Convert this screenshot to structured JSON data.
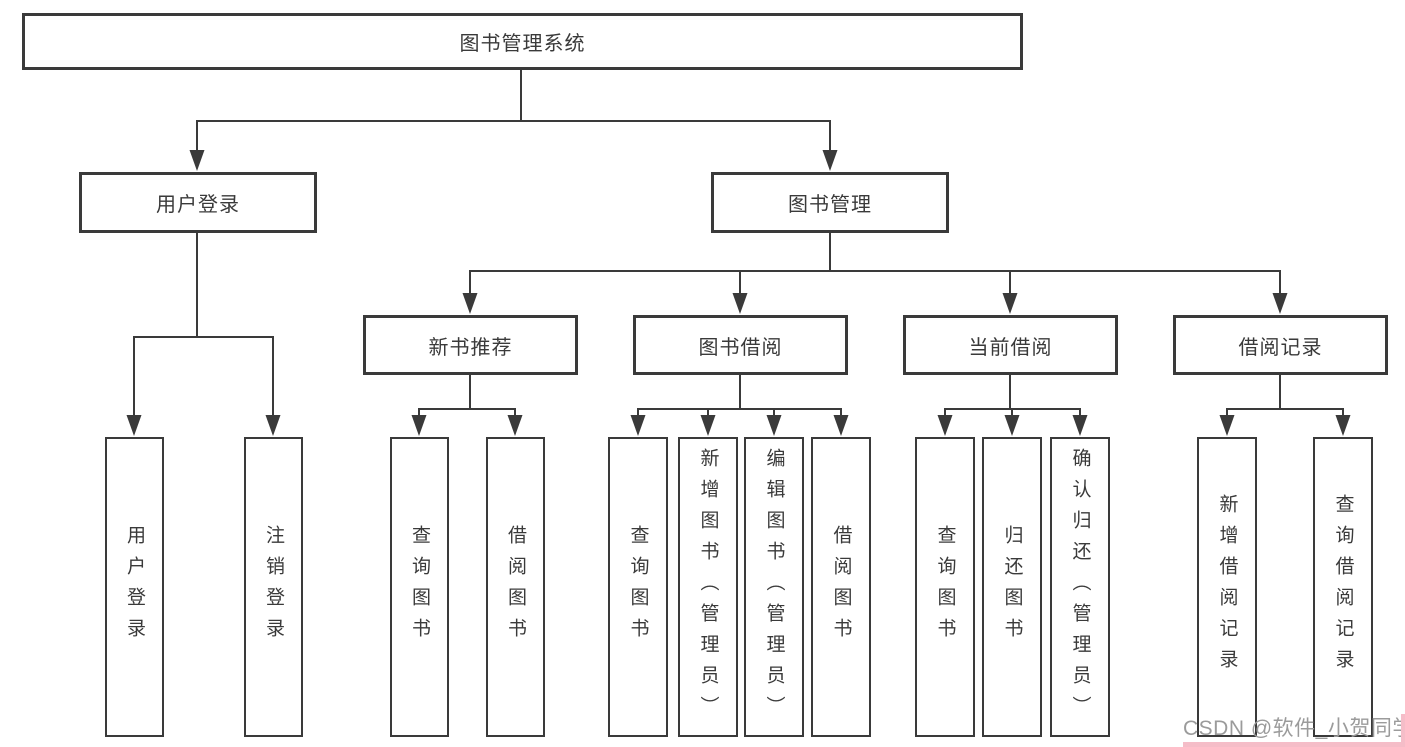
{
  "diagram_title": "图书管理系统",
  "hierarchy": {
    "root": "图书管理系统",
    "children": [
      {
        "label": "用户登录",
        "children": [
          "用户登录",
          "注销登录"
        ]
      },
      {
        "label": "图书管理",
        "children": [
          {
            "label": "新书推荐",
            "children": [
              "查询图书",
              "借阅图书"
            ]
          },
          {
            "label": "图书借阅",
            "children": [
              "查询图书",
              "新增图书（管理员）",
              "编辑图书（管理员）",
              "借阅图书"
            ]
          },
          {
            "label": "当前借阅",
            "children": [
              "查询图书",
              "归还图书",
              "确认归还（管理员）"
            ]
          },
          {
            "label": "借阅记录",
            "children": [
              "新增借阅记录",
              "查询借阅记录"
            ]
          }
        ]
      }
    ]
  },
  "watermark": {
    "text": "CSDN @软件_小贺同学"
  },
  "colors": {
    "line": "#3a3a3a",
    "box_border": "#3a3a3a",
    "text": "#3a3a3a",
    "background": "#ffffff",
    "watermark_text": "#9b9b9b",
    "watermark_accent": "#f5bdc8"
  }
}
